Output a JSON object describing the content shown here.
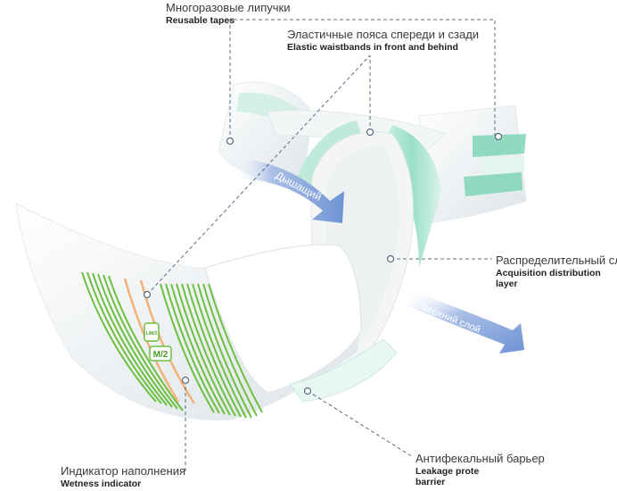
{
  "callouts": {
    "reusable_tapes": {
      "ru": "Многоразовые липучки",
      "en": "Reusable tapes"
    },
    "waistbands": {
      "ru": "Эластичные пояса спереди и сзади",
      "en": "Elastic waistbands in front and behind"
    },
    "acquisition": {
      "ru": "Распределительный сл",
      "en_line1": "Acquisition distribution",
      "en_line2": "layer"
    },
    "leakage": {
      "ru": "Антифекальный барьер",
      "en_line1": "Leakage prote",
      "en_line2": "barrier"
    },
    "wetness": {
      "ru": "Индикатор наполнения",
      "en": "Wetness indicator"
    }
  },
  "arrows": {
    "breathable": "Дышащий",
    "top_layer": "верхний слой"
  },
  "product_marks": {
    "size_badge": "M/2",
    "mini_badge": "L/M/2"
  },
  "colors": {
    "green_stripes": "#6cbf3f",
    "orange_indicator": "#f2b27a",
    "mint": "#8fdcc0",
    "arrow_blue": "#7a9fd8",
    "dashed_line": "#5a6a80"
  }
}
